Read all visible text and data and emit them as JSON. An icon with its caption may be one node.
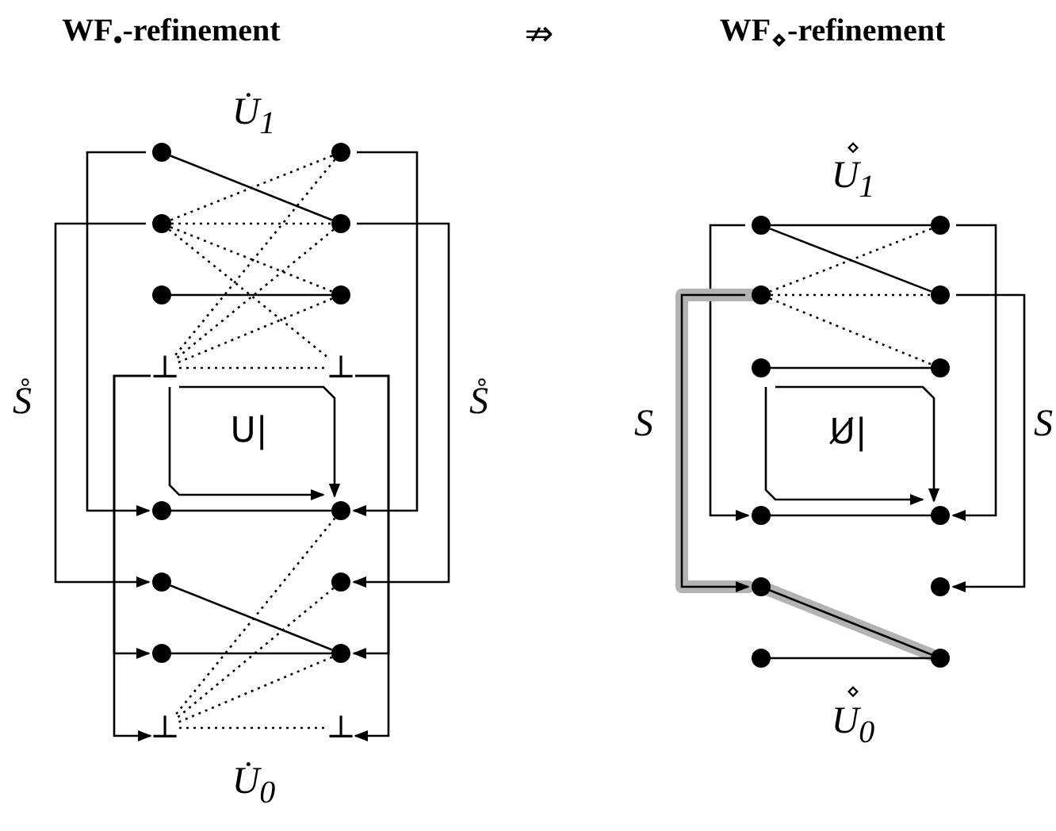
{
  "diagram": {
    "nodes": [
      {
        "text": [],
        "shape": "circle"
      },
      {
        "text": [],
        "shape": "circle"
      },
      {
        "text": [],
        "shape": "circle"
      },
      {
        "text": [],
        "shape": "circle"
      },
      {
        "text": [],
        "shape": "circle"
      },
      {
        "text": [],
        "shape": "circle"
      },
      {
        "text": [
          "⊥"
        ]
      },
      {
        "text": [
          "⊥"
        ]
      },
      {
        "text": [],
        "shape": "circle"
      },
      {
        "text": [],
        "shape": "circle"
      },
      {
        "text": [],
        "shape": "circle"
      },
      {
        "text": [],
        "shape": "circle"
      },
      {
        "text": [],
        "shape": "circle"
      },
      {
        "text": [],
        "shape": "circle"
      },
      {
        "text": [
          "⊥"
        ]
      },
      {
        "text": [
          "⊥"
        ]
      },
      {
        "text": [],
        "shape": "circle"
      },
      {
        "text": [],
        "shape": "circle"
      },
      {
        "text": [],
        "shape": "circle"
      },
      {
        "text": [],
        "shape": "circle"
      },
      {
        "text": [],
        "shape": "circle"
      },
      {
        "text": [],
        "shape": "circle"
      },
      {
        "text": [],
        "shape": "circle"
      },
      {
        "text": [],
        "shape": "circle"
      },
      {
        "text": [],
        "shape": "circle"
      },
      {
        "text": [],
        "shape": "circle"
      },
      {
        "text": [],
        "shape": "circle"
      },
      {
        "text": [],
        "shape": "circle"
      }
    ],
    "edges": [
      {
        "from": 0,
        "to": 3,
        "arrow": "none"
      },
      {
        "from": 1,
        "to": 2,
        "arrow": "none",
        "style": "dashed"
      },
      {
        "from": 2,
        "to": 3,
        "arrow": "none",
        "style": "dashed"
      },
      {
        "from": 2,
        "to": 5,
        "arrow": "none",
        "style": "dashed"
      },
      {
        "from": 2,
        "to": 7,
        "arrow": "none",
        "style": "dashed"
      },
      {
        "from": 1,
        "to": 6,
        "arrow": "none",
        "style": "dashed"
      },
      {
        "from": 3,
        "to": 6,
        "arrow": "none",
        "style": "dashed"
      },
      {
        "from": 5,
        "to": 6,
        "arrow": "none",
        "style": "dashed"
      },
      {
        "from": 6,
        "to": 7,
        "arrow": "none",
        "style": "dashed"
      },
      {
        "from": 4,
        "to": 5,
        "arrow": "none"
      },
      {
        "from": 6,
        "to": 9,
        "arrow": "to"
      },
      {
        "from": 6,
        "to": 9,
        "arrow": "to"
      },
      {
        "from": 8,
        "to": 9,
        "arrow": "none"
      },
      {
        "from": 10,
        "to": 13,
        "arrow": "none"
      },
      {
        "from": 12,
        "to": 13,
        "arrow": "none"
      },
      {
        "from": 9,
        "to": 14,
        "arrow": "none",
        "style": "dashed"
      },
      {
        "from": 11,
        "to": 14,
        "arrow": "none",
        "style": "dashed"
      },
      {
        "from": 13,
        "to": 14,
        "arrow": "none",
        "style": "dashed"
      },
      {
        "from": 14,
        "to": 15,
        "arrow": "none",
        "style": "dashed"
      },
      {
        "from": 0,
        "to": 8,
        "arrow": "to"
      },
      {
        "from": 2,
        "to": 10,
        "arrow": "to"
      },
      {
        "from": 6,
        "to": 12,
        "arrow": "to"
      },
      {
        "from": 6,
        "to": 14,
        "arrow": "to"
      },
      {
        "from": 1,
        "to": 9,
        "arrow": "to"
      },
      {
        "from": 3,
        "to": 11,
        "arrow": "to"
      },
      {
        "from": 7,
        "to": 13,
        "arrow": "to"
      },
      {
        "from": 7,
        "to": 15,
        "arrow": "to"
      },
      {
        "from": 16,
        "to": 17,
        "arrow": "none"
      },
      {
        "from": 16,
        "to": 19,
        "arrow": "none"
      },
      {
        "from": 17,
        "to": 18,
        "arrow": "none",
        "style": "dashed"
      },
      {
        "from": 18,
        "to": 19,
        "arrow": "none",
        "style": "dashed"
      },
      {
        "from": 18,
        "to": 21,
        "arrow": "none",
        "style": "dashed"
      },
      {
        "from": 20,
        "to": 21,
        "arrow": "none"
      },
      {
        "from": 20,
        "to": 23,
        "arrow": "to"
      },
      {
        "from": 20,
        "to": 23,
        "arrow": "to"
      },
      {
        "from": 22,
        "to": 23,
        "arrow": "none"
      },
      {
        "from": 24,
        "to": 27,
        "arrow": "none",
        "style": "thick",
        "color": "#b3b3b3"
      },
      {
        "from": 26,
        "to": 27,
        "arrow": "none"
      },
      {
        "from": 16,
        "to": 22,
        "arrow": "to"
      },
      {
        "from": 18,
        "to": 24,
        "arrow": "to",
        "style": "thick",
        "color": "#b3b3b3"
      },
      {
        "from": 17,
        "to": 23,
        "arrow": "to"
      },
      {
        "from": 19,
        "to": 25,
        "arrow": "to"
      }
    ],
    "labels": [
      "WF$_{•}$-refinement",
      "⇏",
      "WF$_{⋄}$-refinement",
      "U̇$_{1}$",
      "S̊",
      "S̊",
      "U|",
      "U̇$_{0}$",
      "⋄",
      "U$_{1}$",
      "S",
      "U̸|",
      "S",
      "⋄",
      "U$_{0}$"
    ]
  }
}
